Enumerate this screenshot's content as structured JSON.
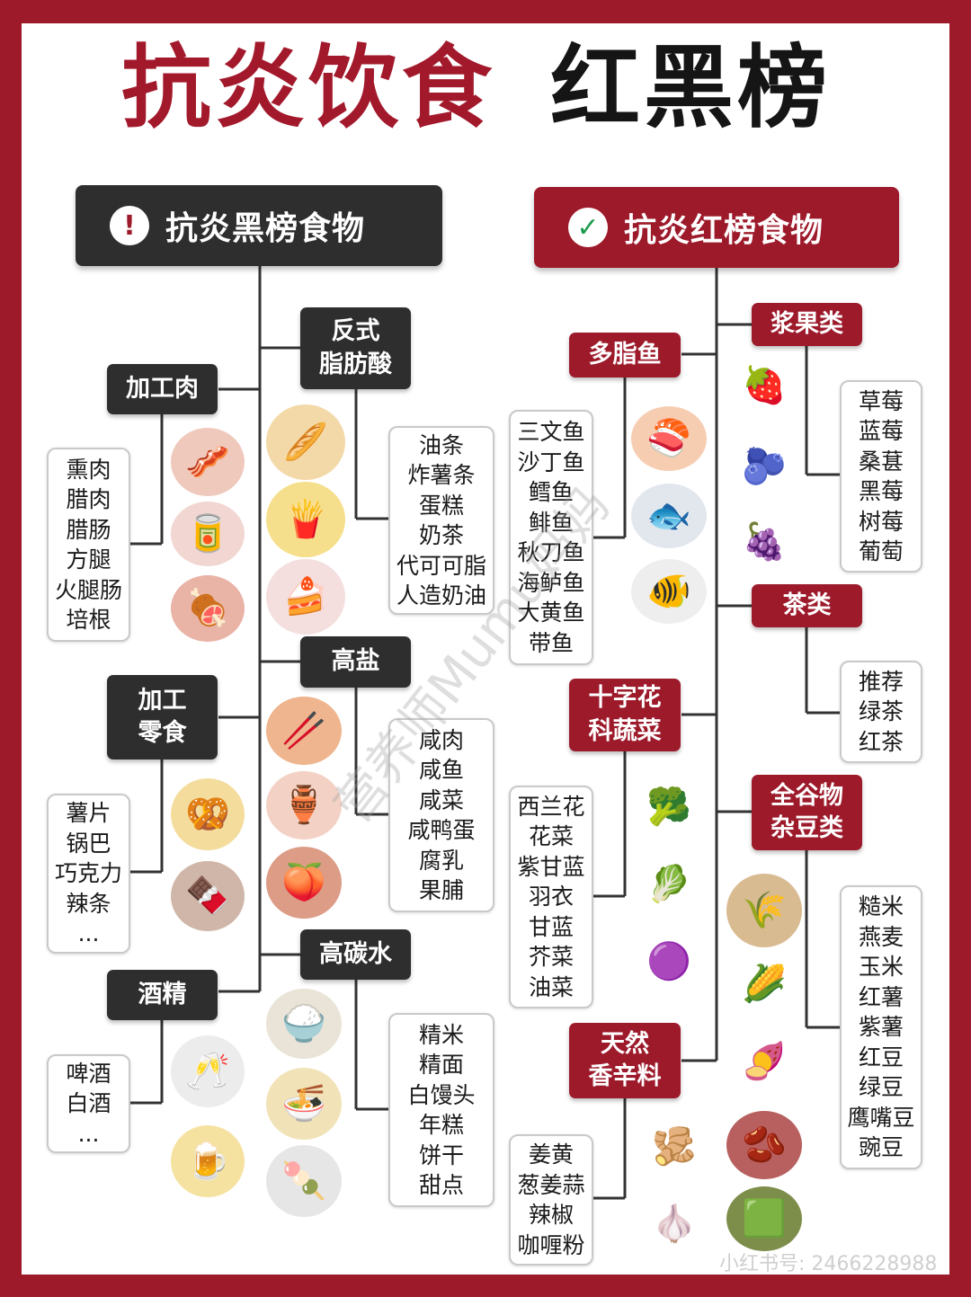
{
  "title": {
    "left": "抗炎饮食",
    "right": "红黑榜"
  },
  "black_header": {
    "label": "抗炎黑榜食物",
    "badge": "!"
  },
  "red_header": {
    "label": "抗炎红榜食物",
    "badge": "✓"
  },
  "colors": {
    "red": "#9d1a2b",
    "dark": "#2e2e2e",
    "white": "#ffffff"
  },
  "black_categories": {
    "trans_fat": {
      "label": [
        "反式",
        "脂肪酸"
      ],
      "items": [
        "油条",
        "炸薯条",
        "蛋糕",
        "奶茶",
        "代可可脂",
        "人造奶油"
      ]
    },
    "processed_meat": {
      "label": [
        "加工肉"
      ],
      "items": [
        "熏肉",
        "腊肉",
        "腊肠",
        "方腿",
        "火腿肠",
        "培根"
      ]
    },
    "high_salt": {
      "label": [
        "高盐"
      ],
      "items": [
        "咸肉",
        "咸鱼",
        "咸菜",
        "咸鸭蛋",
        "腐乳",
        "果脯"
      ]
    },
    "processed_snack": {
      "label": [
        "加工",
        "零食"
      ],
      "items": [
        "薯片",
        "锅巴",
        "巧克力",
        "辣条",
        "..."
      ]
    },
    "high_carb": {
      "label": [
        "高碳水"
      ],
      "items": [
        "精米",
        "精面",
        "白馒头",
        "年糕",
        "饼干",
        "甜点"
      ]
    },
    "alcohol": {
      "label": [
        "酒精"
      ],
      "items": [
        "啤酒",
        "白酒",
        "..."
      ]
    }
  },
  "red_categories": {
    "berries": {
      "label": [
        "浆果类"
      ],
      "items": [
        "草莓",
        "蓝莓",
        "桑葚",
        "黑莓",
        "树莓",
        "葡萄"
      ]
    },
    "fatty_fish": {
      "label": [
        "多脂鱼"
      ],
      "items": [
        "三文鱼",
        "沙丁鱼",
        "鳕鱼",
        "鲱鱼",
        "秋刀鱼",
        "海鲈鱼",
        "大黄鱼",
        "带鱼"
      ]
    },
    "tea": {
      "label": [
        "茶类"
      ],
      "items": [
        "推荐",
        "绿茶",
        "红茶"
      ]
    },
    "cruciferous": {
      "label": [
        "十字花",
        "科蔬菜"
      ],
      "items": [
        "西兰花",
        "花菜",
        "紫甘蓝",
        "羽衣",
        "甘蓝",
        "芥菜",
        "油菜"
      ]
    },
    "whole_grains": {
      "label": [
        "全谷物",
        "杂豆类"
      ],
      "items": [
        "糙米",
        "燕麦",
        "玉米",
        "红薯",
        "紫薯",
        "红豆",
        "绿豆",
        "鹰嘴豆",
        "豌豆"
      ]
    },
    "spices": {
      "label": [
        "天然",
        "香辛料"
      ],
      "items": [
        "姜黄",
        "葱姜蒜",
        "辣椒",
        "咖喱粉"
      ]
    }
  },
  "food_icons": {
    "bacon": "🥓",
    "sausage_can": "🥫",
    "ham": "🍖",
    "dough_stick": "🥖",
    "fries": "🍟",
    "cake": "🍰",
    "chips": "🥨",
    "chocolate": "🍫",
    "pickle": "🥢",
    "salted_jar": "🏺",
    "dried_fruit": "🍑",
    "rice": "🍚",
    "noodles": "🍜",
    "rice_cake": "🍡",
    "liquor": "🥂",
    "beer": "🍺",
    "salmon": "🍣",
    "sardine": "🐟",
    "cod": "🐠",
    "strawberry": "🍓",
    "blueberry": "🫐",
    "raspberry": "🍇",
    "broccoli": "🥦",
    "cauliflower": "🥬",
    "cabbage": "🟣",
    "grain": "🌾",
    "corn": "🌽",
    "sweet_potato": "🍠",
    "beans": "🫘",
    "mung_bean": "🟩",
    "turmeric": "🫚",
    "garlic": "🧄"
  },
  "watermark": "营养师Mumu妈妈",
  "brand_footer": "小红书号: 2466228988"
}
